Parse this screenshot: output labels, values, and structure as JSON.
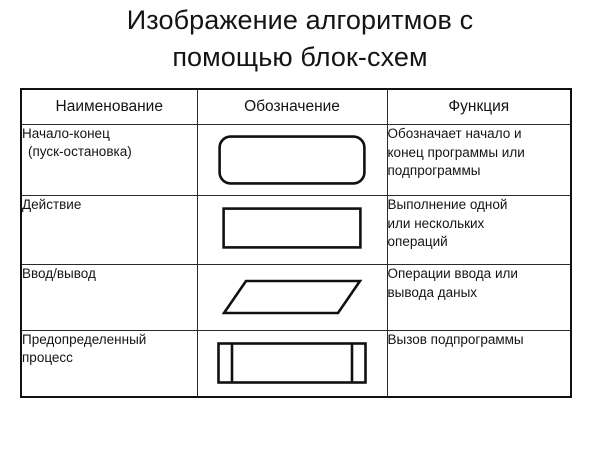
{
  "title": {
    "line1": "Изображение алгоритмов с",
    "line2": "помощью блок-схем"
  },
  "table": {
    "headers": [
      {
        "label": "Наименование"
      },
      {
        "label": "Обозначение"
      },
      {
        "label": "Функция"
      }
    ],
    "rows": [
      {
        "name_lines": [
          "Начало-конец",
          "(пуск-остановка)"
        ],
        "symbol": "rounded-rectangle-shape",
        "function_lines": [
          "Обозначает начало и",
          "конец программы или",
          "подпрограммы"
        ]
      },
      {
        "name_lines": [
          "Действие"
        ],
        "symbol": "rectangle-shape",
        "function_lines": [
          "Выполнение одной",
          "или нескольких",
          "операций"
        ]
      },
      {
        "name_lines": [
          "Ввод/вывод"
        ],
        "symbol": "parallelogram-shape",
        "function_lines": [
          "Операции ввода или",
          "вывода даных"
        ]
      },
      {
        "name_lines": [
          "Предопределенный",
          "процесс"
        ],
        "symbol": "predefined-process-shape",
        "function_lines": [
          "Вызов подпрограммы"
        ]
      }
    ]
  },
  "colors": {
    "background": "#ffffff",
    "text": "#141414",
    "border": "#111111",
    "shape_stroke": "#111111"
  }
}
